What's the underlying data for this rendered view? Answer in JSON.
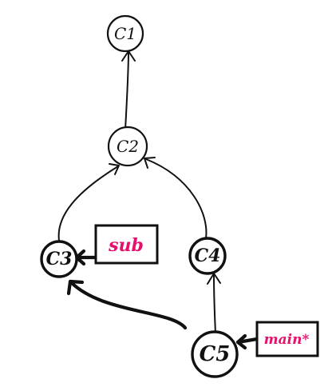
{
  "nodes": [
    {
      "id": "c1",
      "label": "C1"
    },
    {
      "id": "c2",
      "label": "C2"
    },
    {
      "id": "c3",
      "label": "C3"
    },
    {
      "id": "c4",
      "label": "C4"
    },
    {
      "id": "c5",
      "label": "C5"
    }
  ],
  "edges": [
    {
      "from": "c2",
      "to": "c1"
    },
    {
      "from": "c3",
      "to": "c2"
    },
    {
      "from": "c4",
      "to": "c2"
    },
    {
      "from": "c5",
      "to": "c4"
    },
    {
      "from": "c5",
      "to": "c3"
    }
  ],
  "branches": [
    {
      "name": "sub",
      "points_to": "c3"
    },
    {
      "name": "main*",
      "points_to": "c5"
    }
  ],
  "colors": {
    "ink": "#111111",
    "branch_text": "#e5106b",
    "background": "#ffffff"
  }
}
